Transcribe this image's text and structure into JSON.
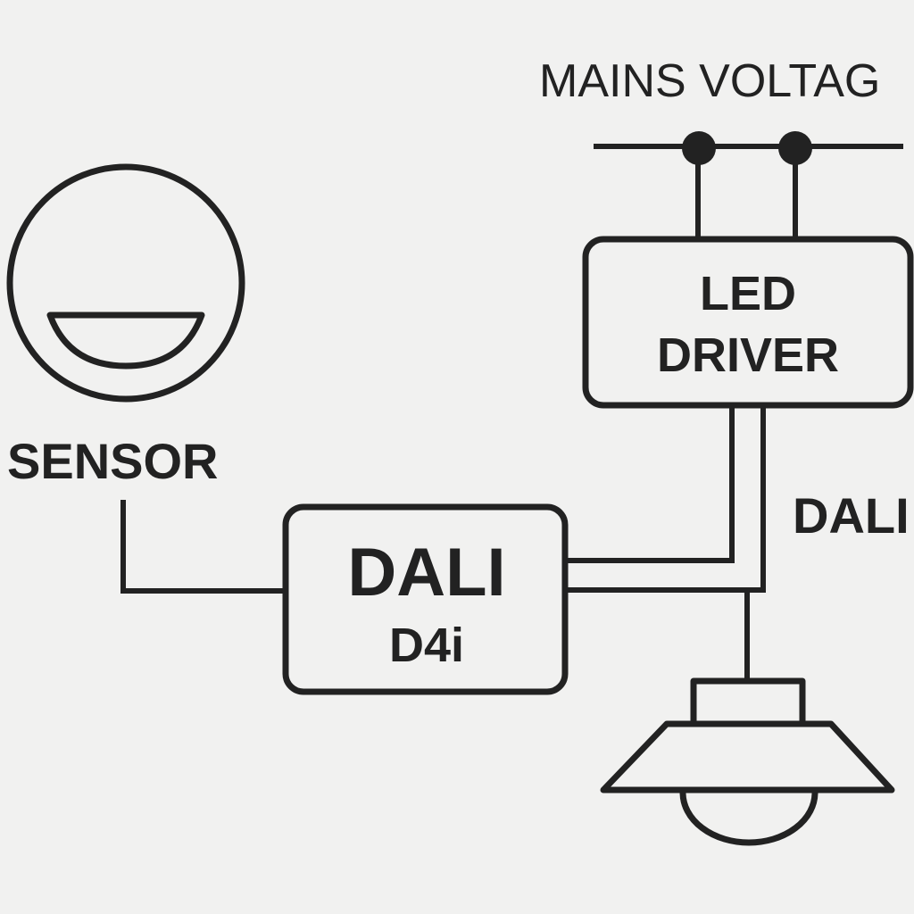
{
  "diagram": {
    "title": "DALI D4i lighting control wiring",
    "colors": {
      "background": "#f1f1f0",
      "ink": "#222222"
    },
    "labels": {
      "mains": "MAINS VOLTAG",
      "sensor": "SENSOR",
      "dali_bus": "DALI"
    },
    "nodes": {
      "sensor": {
        "label": "SENSOR",
        "icon": "motion-sensor-icon"
      },
      "dali_controller": {
        "line1": "DALI",
        "line2": "D4i"
      },
      "led_driver": {
        "line1": "LED",
        "line2": "DRIVER"
      },
      "luminaire": {
        "icon": "pendant-lamp-icon"
      }
    },
    "connections": [
      {
        "from": "mains",
        "to": "led_driver",
        "label": "MAINS VOLTAG"
      },
      {
        "from": "sensor",
        "to": "dali_controller"
      },
      {
        "from": "dali_controller",
        "to": "led_driver",
        "label": "DALI"
      },
      {
        "from": "dali_controller",
        "to": "luminaire"
      }
    ]
  }
}
